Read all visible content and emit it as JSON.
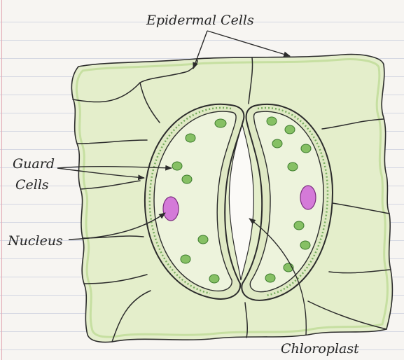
{
  "labels": {
    "epidermal": "Epidermal Cells",
    "guard_line1": "Guard",
    "guard_line2": "Cells",
    "nucleus": "Nucleus",
    "chloroplast": "Chloroplast"
  },
  "colors": {
    "ink": "#2c2c2c",
    "cell_fill": "#e7f0cf",
    "chloroplast": "#7fbd5e",
    "nucleus": "#d678d6",
    "paper_line": "#d4d7e2",
    "margin": "#e3a9b3"
  }
}
